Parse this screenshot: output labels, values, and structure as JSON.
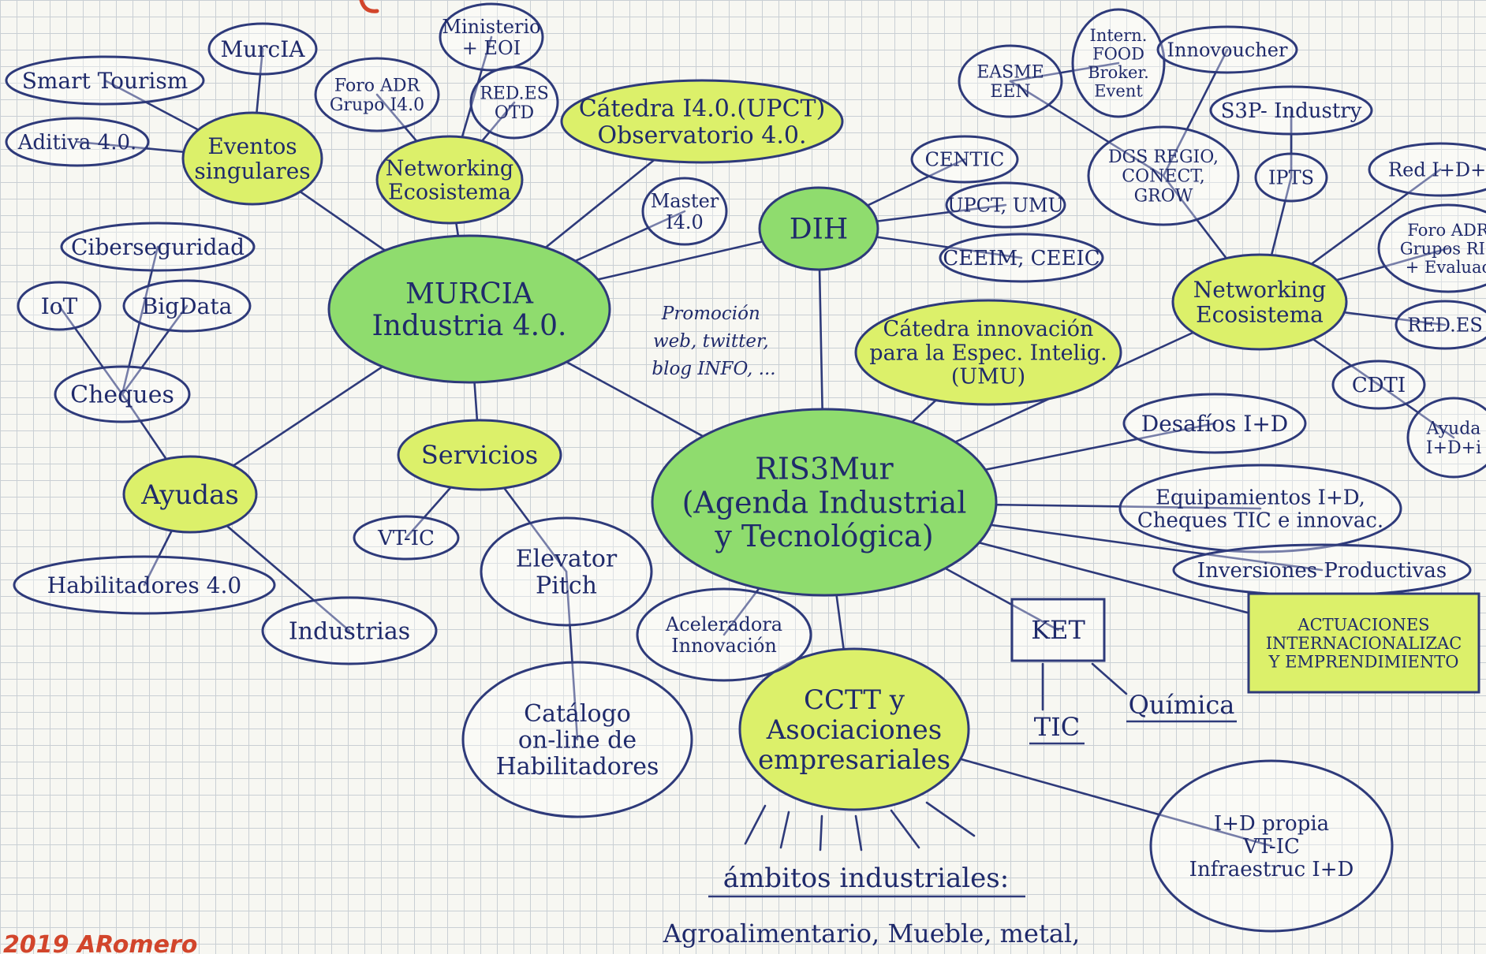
{
  "nodes": {
    "murcia_ind": [
      "MURCIA",
      "Industria 4.0."
    ],
    "ris3mur": [
      "RIS3Mur",
      "(Agenda Industrial",
      "y Tecnológica)"
    ],
    "dih": [
      "DIH"
    ],
    "servicios": [
      "Servicios"
    ],
    "ayudas": [
      "Ayudas"
    ],
    "eventos": [
      "Eventos",
      "singulares"
    ],
    "networking_left": [
      "Networking",
      "Ecosistema"
    ],
    "catedra_i40": [
      "Cátedra I4.0.(UPCT)",
      "Observatorio 4.0."
    ],
    "catedra_innov": [
      "Cátedra innovación",
      "para la Espec. Intelig.",
      "(UMU)"
    ],
    "networking_right": [
      "Networking",
      "Ecosistema"
    ],
    "cctt": [
      "CCTT y",
      "Asociaciones",
      "empresariales"
    ],
    "murcia_ia": [
      "MurcIA"
    ],
    "smart_tourism": [
      "Smart Tourism"
    ],
    "aditiva": [
      "Aditiva 4.0."
    ],
    "foro_adr": [
      "Foro ADR",
      "Grupo I4.0"
    ],
    "ministerio": [
      "Ministerio",
      "+ EOI"
    ],
    "red_es_otd": [
      "RED.ES",
      "OTD"
    ],
    "master": [
      "Master",
      "I4.0"
    ],
    "ciberseguridad": [
      "Ciberseguridad"
    ],
    "iot": [
      "IoT"
    ],
    "bigdata": [
      "BigData"
    ],
    "cheques": [
      "Cheques"
    ],
    "habilitadores": [
      "Habilitadores 4.0"
    ],
    "industrias": [
      "Industrias"
    ],
    "vtic_left": [
      "VT-IC"
    ],
    "elevator": [
      "Elevator",
      "Pitch"
    ],
    "catalogo": [
      "Catálogo",
      "on-line de",
      "Habilitadores"
    ],
    "aceleradora": [
      "Aceleradora",
      "Innovación"
    ],
    "centic": [
      "CENTIC"
    ],
    "upct_umu": [
      "UPCT, UMU"
    ],
    "ceeim": [
      "CEEIM, CEEIC"
    ],
    "easme": [
      "EASME",
      "EEN"
    ],
    "intern_food": [
      "Intern.",
      "FOOD",
      "Broker.",
      "Event"
    ],
    "innovoucher": [
      "Innovoucher"
    ],
    "s3p": [
      "S3P- Industry"
    ],
    "dgs_regio": [
      "DGS REGIO,",
      "CONECT,",
      "GROW"
    ],
    "ipts": [
      "IPTS"
    ],
    "red_idi": [
      "Red I+D+i"
    ],
    "foro_adr_right": [
      "Foro ADR",
      "Grupos RIS",
      "+ Evaluac"
    ],
    "red_es_right": [
      "RED.ES"
    ],
    "cdti": [
      "CDTI"
    ],
    "ayudas_idi": [
      "Ayuda",
      "I+D+i"
    ],
    "desafios": [
      "Desafíos I+D"
    ],
    "equipamientos": [
      "Equipamientos I+D,",
      "Cheques TIC e innovac."
    ],
    "inversiones": [
      "Inversiones Productivas"
    ],
    "actuaciones": [
      "ACTUACIONES",
      "INTERNACIONALIZAC",
      "Y EMPRENDIMIENTO"
    ],
    "ket": [
      "KET"
    ],
    "idpropia": [
      "I+D propia",
      "VT-IC",
      "Infraestruc I+D"
    ]
  },
  "free_text": {
    "promocion": [
      "Promoción",
      "web, twitter,",
      "blog INFO, ..."
    ],
    "tic": "TIC",
    "quimica": "Química",
    "ambitos": "ámbitos industriales:",
    "ambitos_list": "Agroalimentario, Mueble, metal,",
    "signature": "2019 ARomero"
  },
  "colors": {
    "ink": "#2e3a7a",
    "green_highlight": "#8fdc6e",
    "lime_highlight": "#dcf06a",
    "signature_red": "#d2452b"
  }
}
